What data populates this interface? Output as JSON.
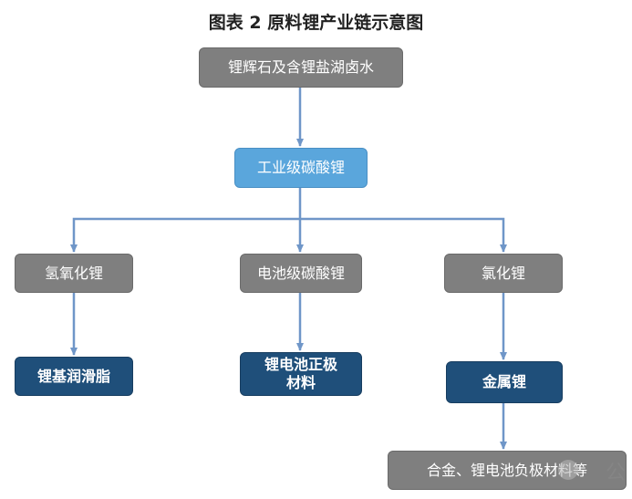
{
  "title": "图表 2  原料锂产业链示意图",
  "nodes": {
    "root": "锂辉石及含锂盐湖卤水",
    "industrial": "工业级碳酸锂",
    "lioh": "氢氧化锂",
    "battery_grade": "电池级碳酸锂",
    "licl": "氯化锂",
    "grease": "锂基润滑脂",
    "cathode_line1": "锂电池正极",
    "cathode_line2": "材料",
    "metal": "金属锂",
    "alloy": "合金、锂电池负极材料等"
  },
  "watermark": "公",
  "colors": {
    "edge": "#6f96c8",
    "gray": "#7f7f7f",
    "blue": "#5aa6dc",
    "navy": "#1f4f7a"
  }
}
